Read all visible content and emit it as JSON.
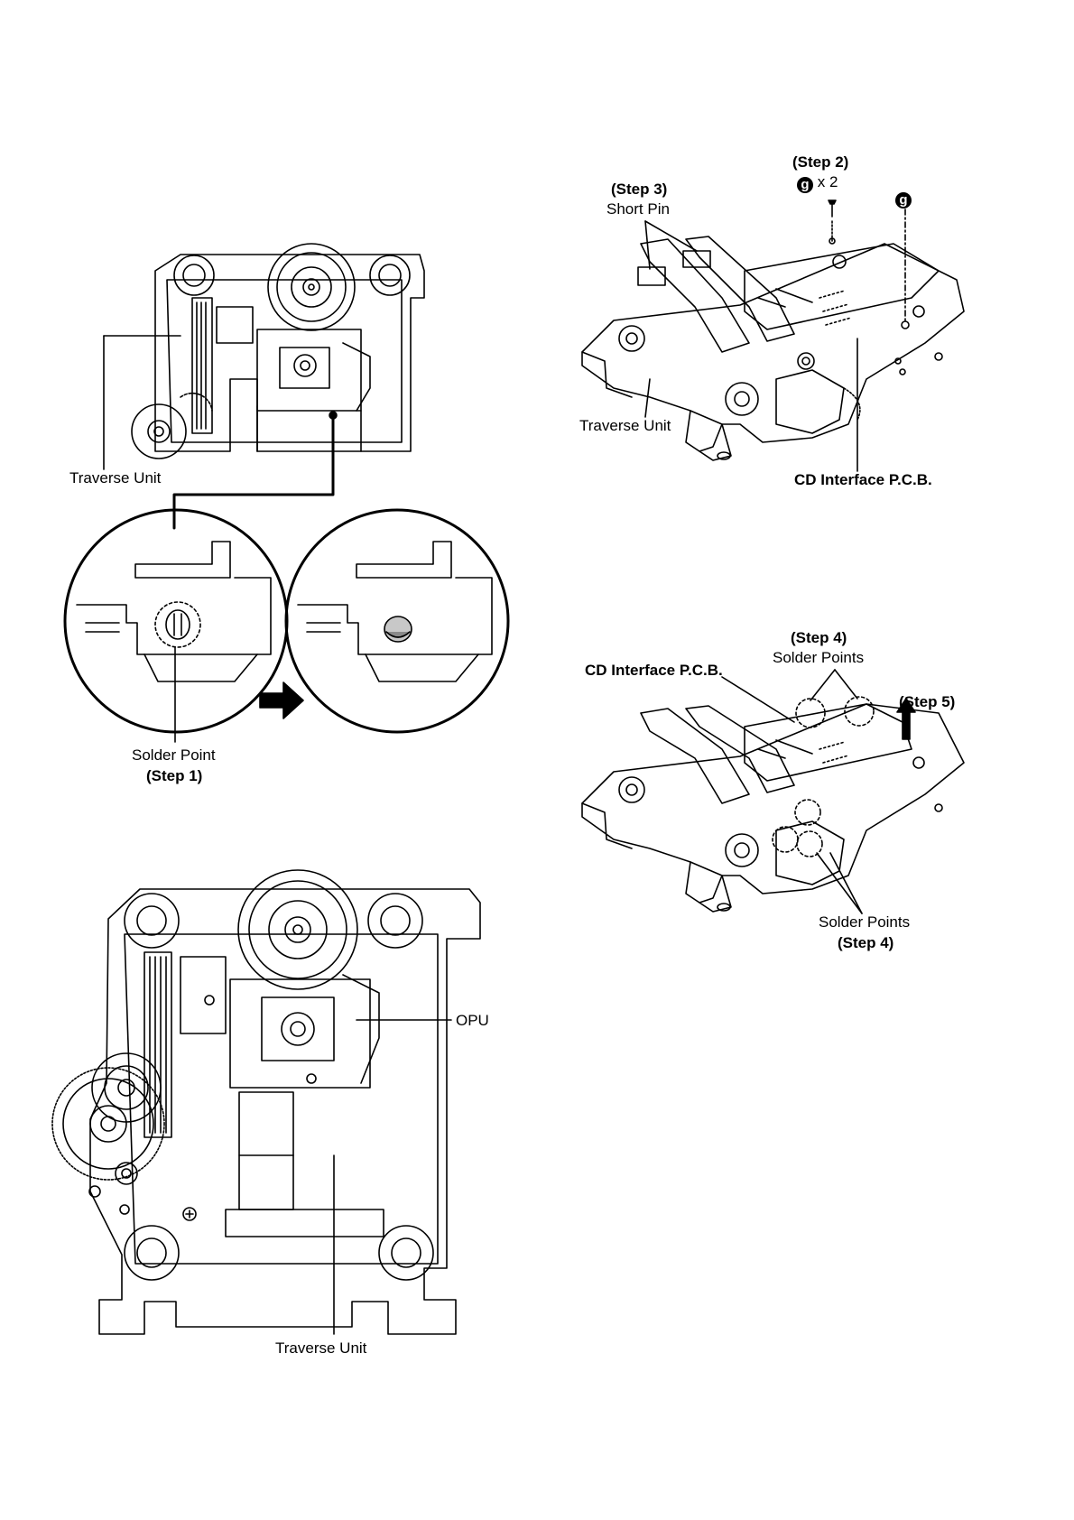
{
  "labels": {
    "traverse_unit": "Traverse Unit",
    "solder_point": "Solder Point",
    "step1": "(Step 1)",
    "step2": "(Step 2)",
    "screw_symbol": "g",
    "screw_count": "x 2",
    "step3": "(Step 3)",
    "short_pin": "Short Pin",
    "cd_interface_pcb": "CD Interface P.C.B.",
    "step4": "(Step 4)",
    "solder_points": "Solder Points",
    "step5": "(Step 5)",
    "opu": "OPU"
  }
}
